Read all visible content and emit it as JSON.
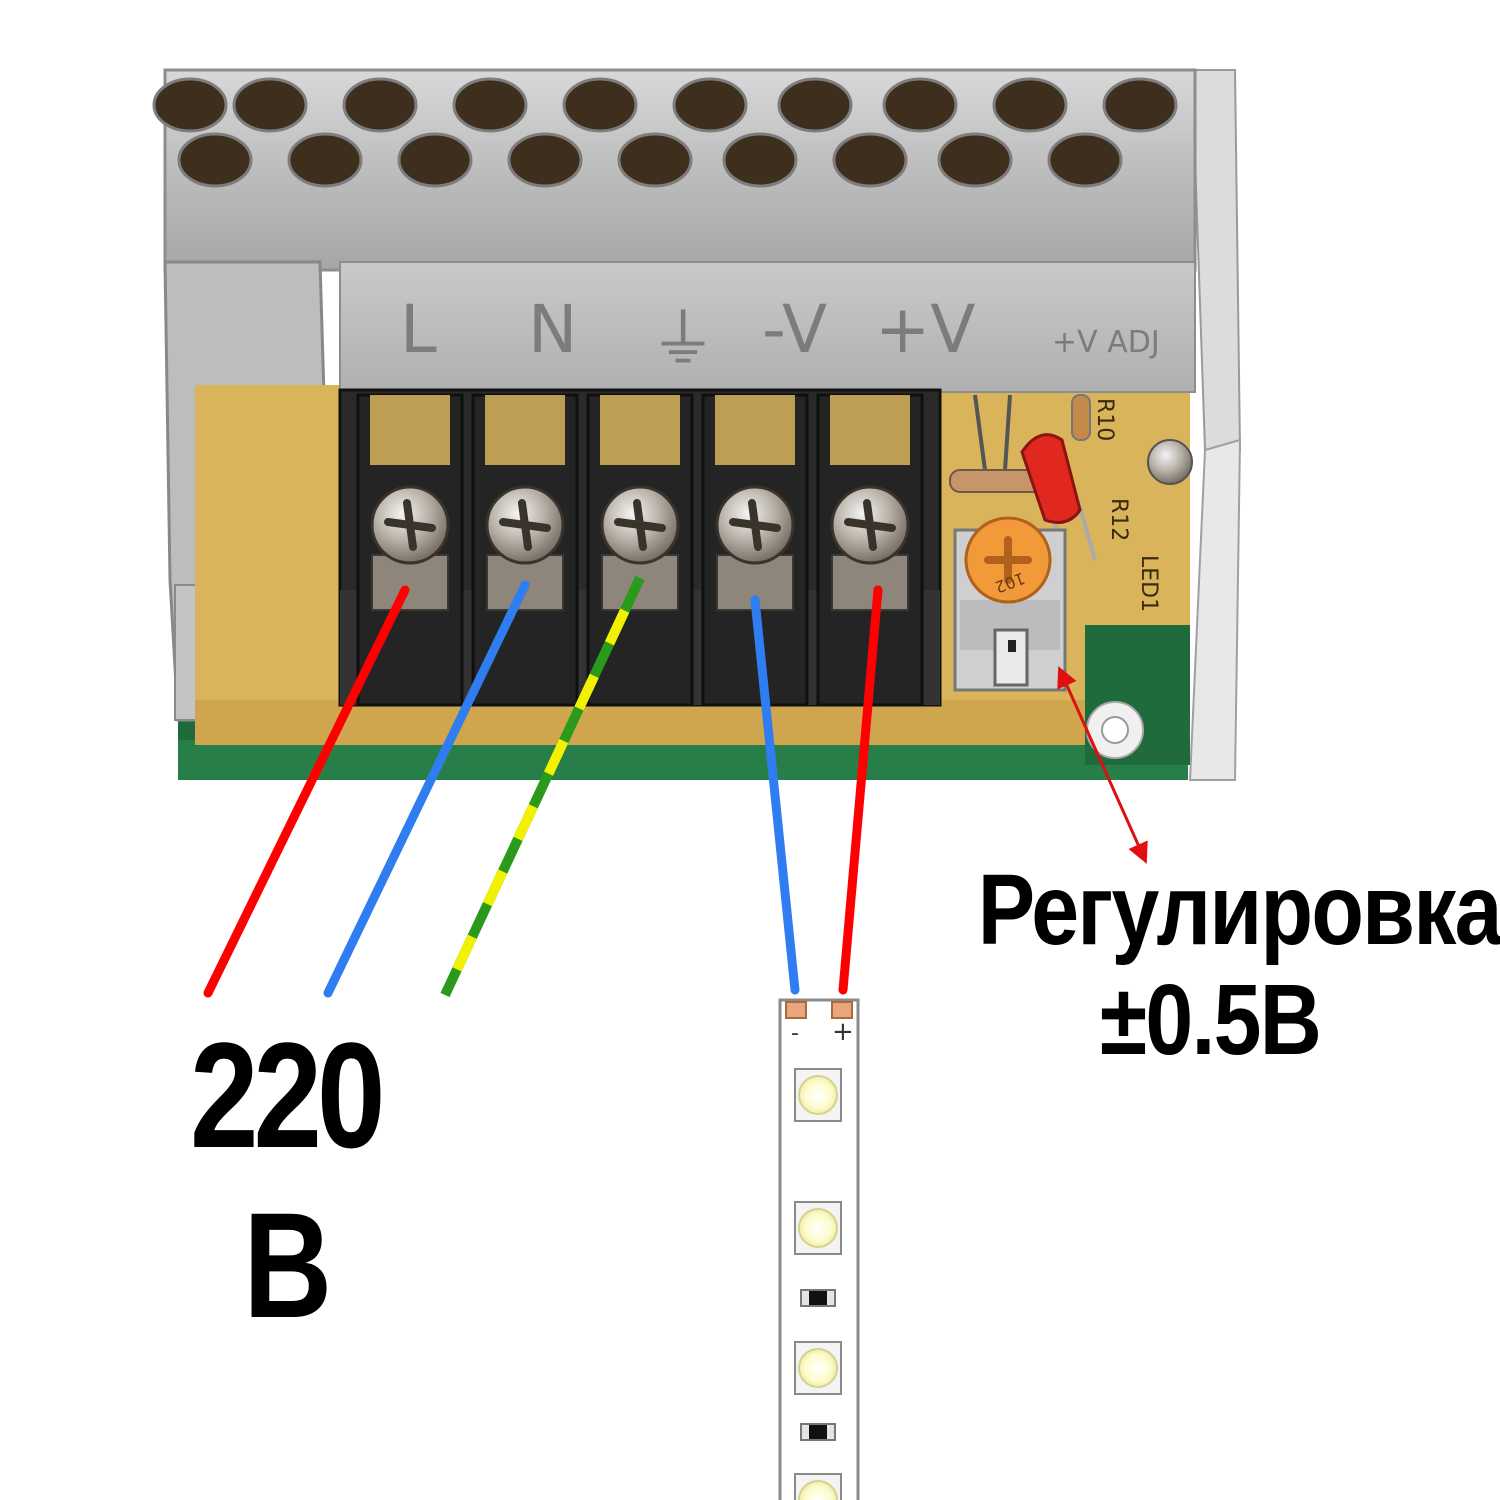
{
  "terminal_markings": [
    "L",
    "N",
    "⏚",
    "-V",
    "+V",
    "+V ADJ"
  ],
  "board_markings": [
    "R10",
    "R12",
    "LED1",
    "102"
  ],
  "strip_markings": {
    "minus": "-",
    "plus": "+"
  },
  "labels": {
    "mains_voltage": "220 В",
    "adjustment_line1": "Регулировка",
    "adjustment_line2": "±0.5В"
  },
  "wire_colors": {
    "live": "#ff0000",
    "neutral": "#2f7df0",
    "earth_green": "#2a9a1a",
    "earth_yellow": "#f2f200",
    "strip_minus": "#2f7df0",
    "strip_plus": "#ff0000",
    "arrow": "#e01010"
  },
  "colors": {
    "housing": "#b9b9b9",
    "pcb": "#d9b45a",
    "terminal_block": "#2a2a2a",
    "trimmer": "#f29a3a",
    "led_red": "#e0281e"
  }
}
